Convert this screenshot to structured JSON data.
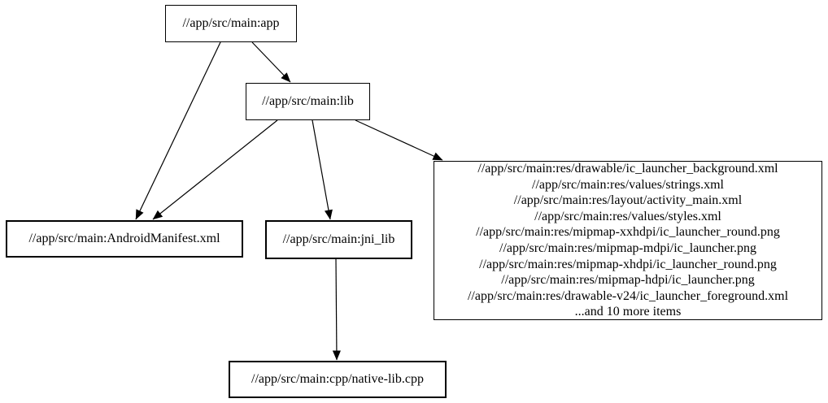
{
  "diagram": {
    "background_color": "#ffffff",
    "stroke_color": "#000000",
    "nodes": {
      "app": {
        "label": "//app/src/main:app"
      },
      "lib": {
        "label": "//app/src/main:lib"
      },
      "manifest": {
        "label": "//app/src/main:AndroidManifest.xml"
      },
      "jni_lib": {
        "label": "//app/src/main:jni_lib"
      },
      "native_cpp": {
        "label": "//app/src/main:cpp/native-lib.cpp"
      },
      "res": {
        "lines": [
          "//app/src/main:res/drawable/ic_launcher_background.xml",
          "//app/src/main:res/values/strings.xml",
          "//app/src/main:res/layout/activity_main.xml",
          "//app/src/main:res/values/styles.xml",
          "//app/src/main:res/mipmap-xxhdpi/ic_launcher_round.png",
          "//app/src/main:res/mipmap-mdpi/ic_launcher.png",
          "//app/src/main:res/mipmap-xhdpi/ic_launcher_round.png",
          "//app/src/main:res/mipmap-hdpi/ic_launcher.png",
          "//app/src/main:res/drawable-v24/ic_launcher_foreground.xml",
          "...and 10 more items"
        ]
      }
    },
    "edges": [
      {
        "from": "//app/src/main:app",
        "to": "//app/src/main:lib"
      },
      {
        "from": "//app/src/main:app",
        "to": "//app/src/main:AndroidManifest.xml"
      },
      {
        "from": "//app/src/main:lib",
        "to": "//app/src/main:AndroidManifest.xml"
      },
      {
        "from": "//app/src/main:lib",
        "to": "//app/src/main:jni_lib"
      },
      {
        "from": "//app/src/main:lib",
        "to": "//app/src/main:res (resource files group)"
      },
      {
        "from": "//app/src/main:jni_lib",
        "to": "//app/src/main:cpp/native-lib.cpp"
      }
    ]
  }
}
